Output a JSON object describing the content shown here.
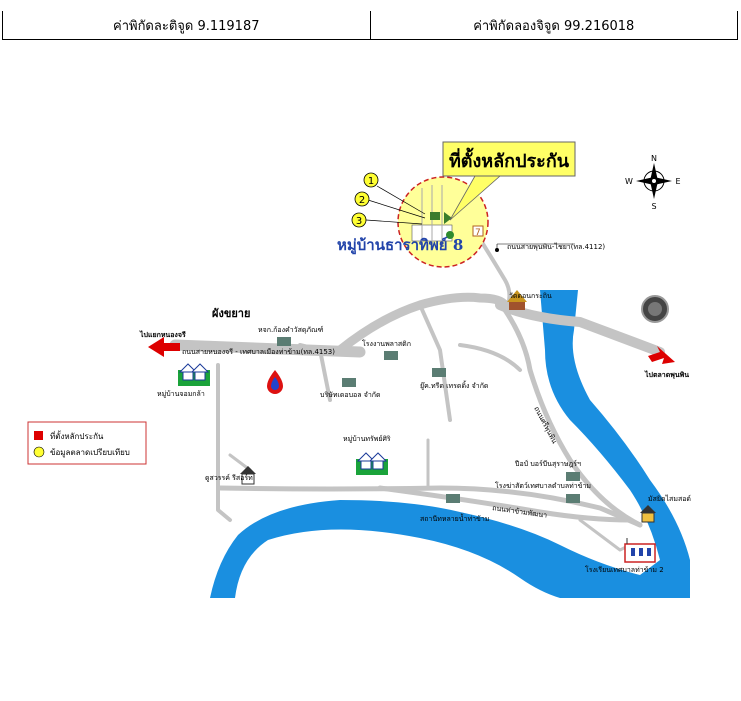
{
  "coords": {
    "latitude": "ค่าพิกัดละติจูด 9.119187",
    "longitude": "ค่าพิกัดลองจิจูด 99.216018"
  },
  "map": {
    "collateral_label": "ที่ตั้งหลักประกัน",
    "village_label": "หมู่บ้านธาราทิพย์ 8",
    "compass": {
      "n": "N",
      "s": "S",
      "e": "E",
      "w": "W"
    },
    "markers": [
      "1",
      "2",
      "3"
    ],
    "labels": {
      "layout_title": "ผังขยาย",
      "road_to_punpin": "ถนนสายพุนพิน-ไชยา(ทล.4112)",
      "road_to_naduang": "ถนนสายหนองจรี - เทศบาลเมืองท่าข้าม(ทล.4153)",
      "road_anusorn": "ถนนศรีพุนพิน",
      "road_thakham": "ถนนท่าข้ามพัฒนา",
      "to_nongchari": "ไปแยกหนองจรี",
      "to_punpin_market": "ไปตลาดพุนพิน",
      "wat": "วัดดอนกระถิน",
      "hospital_warehouse": "หจก.ก้องคำวัสดุภัณฑ์",
      "factory_plastic": "โรงงานพลาสติก",
      "company_dong": "บริษัทเดอบอล จำกัด",
      "company_trading": "ยู๊ค.ทรีด เทรดดิ้ง จำกัด",
      "village_nongchari": "หมู่บ้านจอมกล้า",
      "village_sri": "หมู่บ้านทรัพย์ศิริ",
      "gas_station": "ปั๊มน้ำมัน",
      "pump_station": "ปีอป์ บอร์บีนสุราษฎร์ฯ",
      "slaughter_house": "โรงฆ่าสัตว์เทศบาลตำบลท่าข้าม",
      "mosque": "มัสยิดไสมสอด์",
      "school": "โรงเรียนเทศบาลท่าข้าม 2",
      "ruchada": "ดูสวรรค์ รีสอร์ท",
      "kindergarten": "สถานีทหลายน้ำท่าข้าม"
    },
    "legend": {
      "collateral": "ที่ตั้งหลักประกัน",
      "comparable": "ข้อมูลตลาดเปรียบเทียบ"
    },
    "colors": {
      "river": "#1a8fe0",
      "road": "#c4c4c4",
      "callout": "#ffff66",
      "marker": "#ffff33",
      "legend_red": "#dd0000",
      "village_text": "#2244aa"
    }
  }
}
